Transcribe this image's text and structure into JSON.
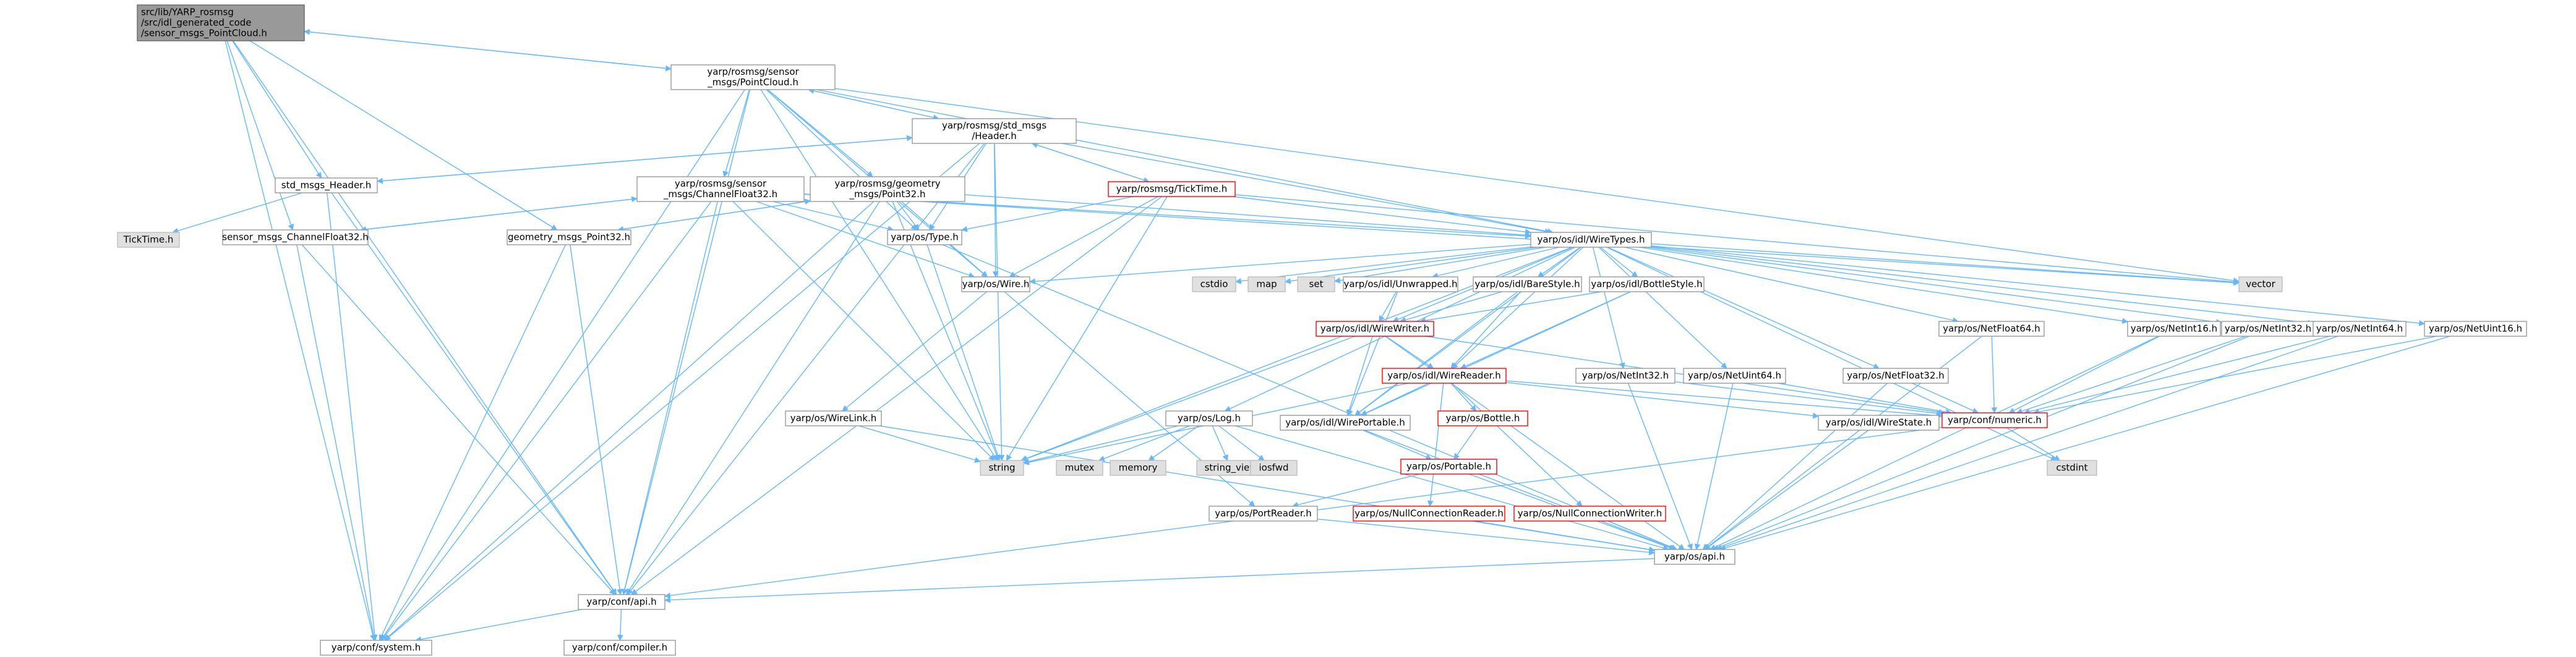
{
  "colors": {
    "edge": "#63b8ff",
    "edge_dark": "#404040",
    "node_fill": "#ffffff",
    "node_border": "#999999",
    "root_fill": "#999999",
    "root_border": "#666666",
    "red_border": "#ff0000",
    "system_fill": "#e0e0e0",
    "system_border": "#bfbfbf"
  },
  "nodes": [
    {
      "id": "root",
      "kind": "root",
      "lines": [
        "src/lib/YARP_rosmsg",
        "/src/idl_generated_code",
        "/sensor_msgs_PointCloud.h"
      ]
    },
    {
      "id": "pc2",
      "kind": "normal",
      "lines": [
        "yarp/rosmsg/sensor",
        "_msgs/PointCloud.h"
      ]
    },
    {
      "id": "header",
      "kind": "normal",
      "lines": [
        "yarp/rosmsg/std_msgs",
        "/Header.h"
      ]
    },
    {
      "id": "std_hdr",
      "kind": "normal",
      "lines": [
        "std_msgs_Header.h"
      ]
    },
    {
      "id": "tick_sys",
      "kind": "system",
      "lines": [
        "TickTime.h"
      ]
    },
    {
      "id": "chf32",
      "kind": "normal",
      "lines": [
        "yarp/rosmsg/sensor",
        "_msgs/ChannelFloat32.h"
      ]
    },
    {
      "id": "pt32",
      "kind": "normal",
      "lines": [
        "yarp/rosmsg/geometry",
        "_msgs/Point32.h"
      ]
    },
    {
      "id": "ticktime",
      "kind": "red",
      "lines": [
        "yarp/rosmsg/TickTime.h"
      ]
    },
    {
      "id": "sm_chf",
      "kind": "normal",
      "lines": [
        "sensor_msgs_ChannelFloat32.h"
      ]
    },
    {
      "id": "gm_pt",
      "kind": "normal",
      "lines": [
        "geometry_msgs_Point32.h"
      ]
    },
    {
      "id": "type",
      "kind": "normal",
      "lines": [
        "yarp/os/Type.h"
      ]
    },
    {
      "id": "wiretypes",
      "kind": "normal",
      "lines": [
        "yarp/os/idl/WireTypes.h"
      ]
    },
    {
      "id": "wire",
      "kind": "normal",
      "lines": [
        "yarp/os/Wire.h"
      ]
    },
    {
      "id": "cstdio",
      "kind": "system",
      "lines": [
        "cstdio"
      ]
    },
    {
      "id": "map",
      "kind": "system",
      "lines": [
        "map"
      ]
    },
    {
      "id": "set",
      "kind": "system",
      "lines": [
        "set"
      ]
    },
    {
      "id": "unwrapped",
      "kind": "normal",
      "lines": [
        "yarp/os/idl/Unwrapped.h"
      ]
    },
    {
      "id": "barestyle",
      "kind": "normal",
      "lines": [
        "yarp/os/idl/BareStyle.h"
      ]
    },
    {
      "id": "bottlestyle",
      "kind": "normal",
      "lines": [
        "yarp/os/idl/BottleStyle.h"
      ]
    },
    {
      "id": "vector",
      "kind": "system",
      "lines": [
        "vector"
      ]
    },
    {
      "id": "wirewriter",
      "kind": "red",
      "lines": [
        "yarp/os/idl/WireWriter.h"
      ]
    },
    {
      "id": "wirereader",
      "kind": "red",
      "lines": [
        "yarp/os/idl/WireReader.h"
      ]
    },
    {
      "id": "netint32",
      "kind": "normal",
      "lines": [
        "yarp/os/NetInt32.h"
      ]
    },
    {
      "id": "netuint64",
      "kind": "normal",
      "lines": [
        "yarp/os/NetUint64.h"
      ]
    },
    {
      "id": "netfloat32",
      "kind": "normal",
      "lines": [
        "yarp/os/NetFloat32.h"
      ]
    },
    {
      "id": "netfloat64",
      "kind": "normal",
      "lines": [
        "yarp/os/NetFloat64.h"
      ]
    },
    {
      "id": "netint16",
      "kind": "normal",
      "lines": [
        "yarp/os/NetInt16.h"
      ]
    },
    {
      "id": "netint32b",
      "kind": "normal",
      "lines": [
        "yarp/os/NetInt32.h"
      ]
    },
    {
      "id": "netint64",
      "kind": "normal",
      "lines": [
        "yarp/os/NetInt64.h"
      ]
    },
    {
      "id": "netuint16",
      "kind": "normal",
      "lines": [
        "yarp/os/NetUint16.h"
      ]
    },
    {
      "id": "wirelink",
      "kind": "normal",
      "lines": [
        "yarp/os/WireLink.h"
      ]
    },
    {
      "id": "log",
      "kind": "normal",
      "lines": [
        "yarp/os/Log.h"
      ]
    },
    {
      "id": "wireportable",
      "kind": "normal",
      "lines": [
        "yarp/os/idl/WirePortable.h"
      ]
    },
    {
      "id": "bottle",
      "kind": "red",
      "lines": [
        "yarp/os/Bottle.h"
      ]
    },
    {
      "id": "wirestate",
      "kind": "normal",
      "lines": [
        "yarp/os/idl/WireState.h"
      ]
    },
    {
      "id": "numeric",
      "kind": "red",
      "lines": [
        "yarp/conf/numeric.h"
      ]
    },
    {
      "id": "string",
      "kind": "system",
      "lines": [
        "string"
      ]
    },
    {
      "id": "mutex",
      "kind": "system",
      "lines": [
        "mutex"
      ]
    },
    {
      "id": "memory",
      "kind": "system",
      "lines": [
        "memory"
      ]
    },
    {
      "id": "string_view",
      "kind": "system",
      "lines": [
        "string_view"
      ]
    },
    {
      "id": "iosfwd",
      "kind": "system",
      "lines": [
        "iosfwd"
      ]
    },
    {
      "id": "cstdint",
      "kind": "system",
      "lines": [
        "cstdint"
      ]
    },
    {
      "id": "portable",
      "kind": "red",
      "lines": [
        "yarp/os/Portable.h"
      ]
    },
    {
      "id": "portreader",
      "kind": "normal",
      "lines": [
        "yarp/os/PortReader.h"
      ]
    },
    {
      "id": "nullconnreader",
      "kind": "red",
      "lines": [
        "yarp/os/NullConnectionReader.h"
      ]
    },
    {
      "id": "nullconnwriter",
      "kind": "red",
      "lines": [
        "yarp/os/NullConnectionWriter.h"
      ]
    },
    {
      "id": "os_api",
      "kind": "normal",
      "lines": [
        "yarp/os/api.h"
      ]
    },
    {
      "id": "conf_api",
      "kind": "normal",
      "lines": [
        "yarp/conf/api.h"
      ]
    },
    {
      "id": "conf_system",
      "kind": "normal",
      "lines": [
        "yarp/conf/system.h"
      ]
    },
    {
      "id": "conf_compiler",
      "kind": "normal",
      "lines": [
        "yarp/conf/compiler.h"
      ]
    }
  ],
  "edges": [
    [
      "root",
      "pc2"
    ],
    [
      "root",
      "std_hdr"
    ],
    [
      "root",
      "sm_chf"
    ],
    [
      "root",
      "gm_pt"
    ],
    [
      "root",
      "conf_api"
    ],
    [
      "root",
      "conf_system"
    ],
    [
      "pc2",
      "root"
    ],
    [
      "pc2",
      "header"
    ],
    [
      "pc2",
      "chf32"
    ],
    [
      "pc2",
      "pt32"
    ],
    [
      "pc2",
      "vector"
    ],
    [
      "pc2",
      "type"
    ],
    [
      "pc2",
      "wire"
    ],
    [
      "pc2",
      "wiretypes"
    ],
    [
      "pc2",
      "string"
    ],
    [
      "pc2",
      "conf_api"
    ],
    [
      "pc2",
      "conf_system"
    ],
    [
      "header",
      "pc2"
    ],
    [
      "header",
      "std_hdr"
    ],
    [
      "header",
      "ticktime"
    ],
    [
      "header",
      "type"
    ],
    [
      "header",
      "wire"
    ],
    [
      "header",
      "wiretypes"
    ],
    [
      "header",
      "string"
    ],
    [
      "header",
      "conf_api"
    ],
    [
      "header",
      "conf_system"
    ],
    [
      "std_hdr",
      "header"
    ],
    [
      "std_hdr",
      "tick_sys"
    ],
    [
      "std_hdr",
      "conf_api"
    ],
    [
      "std_hdr",
      "conf_system"
    ],
    [
      "chf32",
      "sm_chf"
    ],
    [
      "chf32",
      "type"
    ],
    [
      "chf32",
      "wire"
    ],
    [
      "chf32",
      "wiretypes"
    ],
    [
      "chf32",
      "vector"
    ],
    [
      "chf32",
      "string"
    ],
    [
      "chf32",
      "conf_api"
    ],
    [
      "chf32",
      "conf_system"
    ],
    [
      "sm_chf",
      "chf32"
    ],
    [
      "sm_chf",
      "conf_api"
    ],
    [
      "sm_chf",
      "conf_system"
    ],
    [
      "pt32",
      "gm_pt"
    ],
    [
      "pt32",
      "type"
    ],
    [
      "pt32",
      "wire"
    ],
    [
      "pt32",
      "wiretypes"
    ],
    [
      "pt32",
      "string"
    ],
    [
      "pt32",
      "conf_api"
    ],
    [
      "pt32",
      "conf_system"
    ],
    [
      "gm_pt",
      "pt32"
    ],
    [
      "gm_pt",
      "conf_api"
    ],
    [
      "gm_pt",
      "conf_system"
    ],
    [
      "ticktime",
      "header"
    ],
    [
      "ticktime",
      "type"
    ],
    [
      "ticktime",
      "wire"
    ],
    [
      "ticktime",
      "wiretypes"
    ],
    [
      "ticktime",
      "string"
    ],
    [
      "ticktime",
      "vector"
    ],
    [
      "ticktime",
      "conf_api"
    ],
    [
      "type",
      "string"
    ],
    [
      "type",
      "os_api"
    ],
    [
      "wire",
      "wirelink"
    ],
    [
      "wire",
      "portreader"
    ],
    [
      "wirelink",
      "os_api"
    ],
    [
      "wirelink",
      "string"
    ],
    [
      "wiretypes",
      "cstdio"
    ],
    [
      "wiretypes",
      "map"
    ],
    [
      "wiretypes",
      "set"
    ],
    [
      "wiretypes",
      "vector"
    ],
    [
      "wiretypes",
      "string"
    ],
    [
      "wiretypes",
      "unwrapped"
    ],
    [
      "wiretypes",
      "barestyle"
    ],
    [
      "wiretypes",
      "bottlestyle"
    ],
    [
      "wiretypes",
      "wirewriter"
    ],
    [
      "wiretypes",
      "wirereader"
    ],
    [
      "wiretypes",
      "netint32"
    ],
    [
      "wiretypes",
      "netuint64"
    ],
    [
      "wiretypes",
      "netfloat32"
    ],
    [
      "wiretypes",
      "netfloat64"
    ],
    [
      "wiretypes",
      "netint16"
    ],
    [
      "wiretypes",
      "netint32b"
    ],
    [
      "wiretypes",
      "netint64"
    ],
    [
      "wiretypes",
      "netuint16"
    ],
    [
      "wiretypes",
      "log"
    ],
    [
      "wiretypes",
      "cstdint"
    ],
    [
      "wiretypes",
      "wire"
    ],
    [
      "wiretypes",
      "wireportable"
    ],
    [
      "unwrapped",
      "wirewriter"
    ],
    [
      "unwrapped",
      "wireportable"
    ],
    [
      "barestyle",
      "wirewriter"
    ],
    [
      "barestyle",
      "wirereader"
    ],
    [
      "barestyle",
      "wireportable"
    ],
    [
      "bottlestyle",
      "wirewriter"
    ],
    [
      "bottlestyle",
      "wirereader"
    ],
    [
      "bottlestyle",
      "wireportable"
    ],
    [
      "wirewriter",
      "wirereader"
    ],
    [
      "wirewriter",
      "wireportable"
    ],
    [
      "wirewriter",
      "numeric"
    ],
    [
      "wirewriter",
      "string"
    ],
    [
      "wirewriter",
      "os_api"
    ],
    [
      "wirereader",
      "wireportable"
    ],
    [
      "wirereader",
      "bottle"
    ],
    [
      "wirereader",
      "wirestate"
    ],
    [
      "wirereader",
      "numeric"
    ],
    [
      "wirereader",
      "nullconnreader"
    ],
    [
      "wirereader",
      "nullconnwriter"
    ],
    [
      "wirereader",
      "string"
    ],
    [
      "wireportable",
      "portable"
    ],
    [
      "wireportable",
      "os_api"
    ],
    [
      "bottle",
      "portable"
    ],
    [
      "portable",
      "portreader"
    ],
    [
      "portable",
      "os_api"
    ],
    [
      "portreader",
      "os_api"
    ],
    [
      "nullconnreader",
      "os_api"
    ],
    [
      "nullconnwriter",
      "os_api"
    ],
    [
      "netint32",
      "numeric"
    ],
    [
      "netint32",
      "os_api"
    ],
    [
      "netuint64",
      "numeric"
    ],
    [
      "netuint64",
      "os_api"
    ],
    [
      "netfloat32",
      "numeric"
    ],
    [
      "netfloat32",
      "os_api"
    ],
    [
      "netfloat64",
      "numeric"
    ],
    [
      "netfloat64",
      "os_api"
    ],
    [
      "netint16",
      "numeric"
    ],
    [
      "netint16",
      "os_api"
    ],
    [
      "netint32b",
      "numeric"
    ],
    [
      "netint32b",
      "os_api"
    ],
    [
      "netint64",
      "numeric"
    ],
    [
      "netint64",
      "os_api"
    ],
    [
      "netuint16",
      "numeric"
    ],
    [
      "netuint16",
      "os_api"
    ],
    [
      "wirestate",
      "os_api"
    ],
    [
      "numeric",
      "cstdint"
    ],
    [
      "numeric",
      "conf_api"
    ],
    [
      "log",
      "mutex"
    ],
    [
      "log",
      "memory"
    ],
    [
      "log",
      "string_view"
    ],
    [
      "log",
      "iosfwd"
    ],
    [
      "log",
      "string"
    ],
    [
      "log",
      "os_api"
    ],
    [
      "os_api",
      "conf_api"
    ],
    [
      "conf_api",
      "conf_system"
    ],
    [
      "conf_api",
      "conf_compiler"
    ]
  ]
}
